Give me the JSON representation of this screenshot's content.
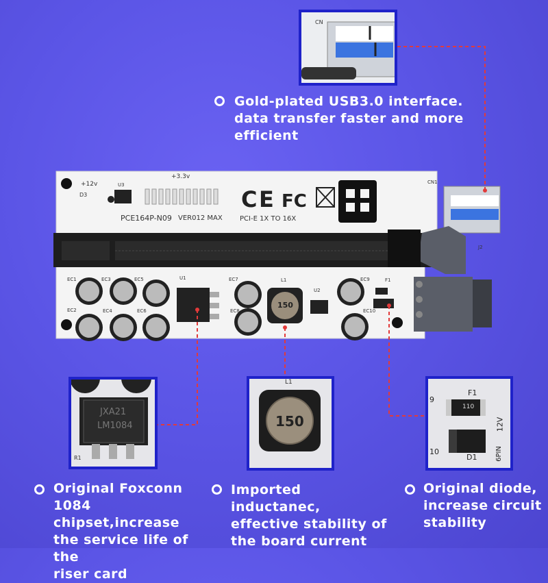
{
  "features": {
    "usb": [
      "Gold-plated USB3.0 interface.",
      "data transfer faster and more",
      "efficient"
    ],
    "chipset": [
      "Original Foxconn",
      "1084 chipset,increase",
      "the service life of the",
      "riser card"
    ],
    "inductor": [
      "Imported inductanec,",
      "effective stability of",
      "the board current"
    ],
    "diode": [
      "Original diode,",
      "increase circuit",
      "stability"
    ]
  },
  "board": {
    "model": "PCE164P-N09",
    "version": "VER012 MAX",
    "pcie": "PCI-E 1X TO 16X",
    "v12": "+12v",
    "v33": "+3.3v",
    "d3": "D3",
    "u3": "U3",
    "cn1": "CN1",
    "j2": "J2",
    "u1": "U1",
    "u2": "U2",
    "l1": "L1",
    "f1": "F1",
    "ec_labels": [
      "EC1",
      "EC2",
      "EC3",
      "EC4",
      "EC5",
      "EC6",
      "EC7",
      "EC8",
      "EC9",
      "EC10"
    ],
    "inductor_value": "150"
  },
  "insets": {
    "chip_text1": "JXA21",
    "chip_text2": "LM1084",
    "chip_r1": "R1",
    "inductor_label": "L1",
    "inductor_value": "150",
    "fuse_f1": "F1",
    "fuse_code": "110",
    "diode_d1": "D1",
    "label_9": "9",
    "label_10": "10",
    "label_12v": "12V",
    "label_6pin": "6PIN",
    "usb_cn": "CN"
  },
  "colors": {
    "background": "#5b55e6",
    "inset_border": "#1f22c9",
    "dash": "#e23a3a",
    "text": "#ffffff"
  }
}
